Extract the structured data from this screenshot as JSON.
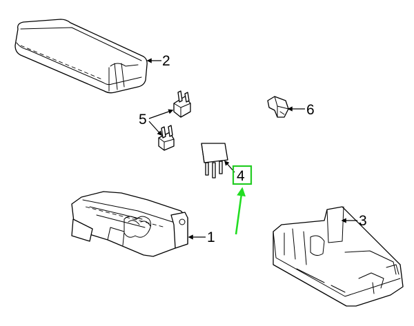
{
  "diagram": {
    "callouts": {
      "c1": "1",
      "c2": "2",
      "c3": "3",
      "c4": "4",
      "c5": "5",
      "c6": "6"
    },
    "highlight": {
      "callout": "4",
      "box_color": "#22cc22",
      "arrow_color": "#22dd22"
    }
  }
}
